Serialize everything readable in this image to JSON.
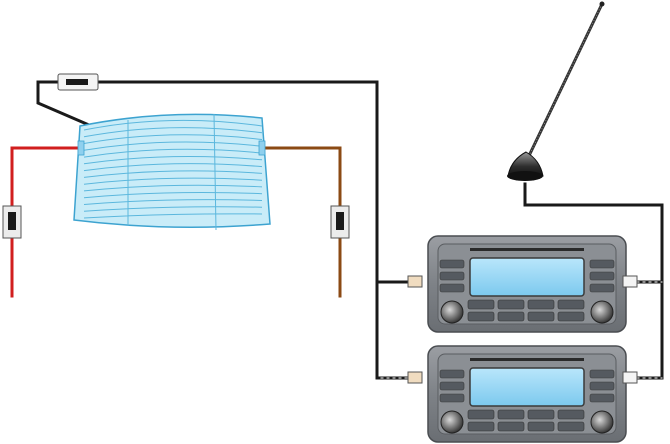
{
  "diagram": {
    "description_visible_text": [],
    "components": {
      "rear_window": {
        "icon": "rear-window-heater-grid-icon",
        "grid_lines": 14
      },
      "antenna": {
        "icon": "car-antenna-icon"
      },
      "radios": [
        {
          "id": "radio-upper",
          "icon": "car-radio-icon",
          "button_labels": [
            "",
            "",
            "",
            "",
            "",
            "",
            "",
            ""
          ]
        },
        {
          "id": "radio-lower",
          "icon": "car-radio-icon",
          "button_labels": [
            "",
            "",
            "",
            "",
            "",
            "",
            "",
            ""
          ]
        }
      ],
      "filters": [
        {
          "id": "top-filter",
          "icon": "inline-filter-icon"
        },
        {
          "id": "left-choke",
          "icon": "choke-coil-icon"
        },
        {
          "id": "right-choke",
          "icon": "choke-coil-icon"
        }
      ]
    },
    "wire_colors": {
      "signal": "#1a1a1a",
      "positive": "#d11f1f",
      "ground": "#8b4a14",
      "connector": "#f0dcc0",
      "glass": "#c9ecf8",
      "glass_grid": "#5bb7dd"
    }
  }
}
